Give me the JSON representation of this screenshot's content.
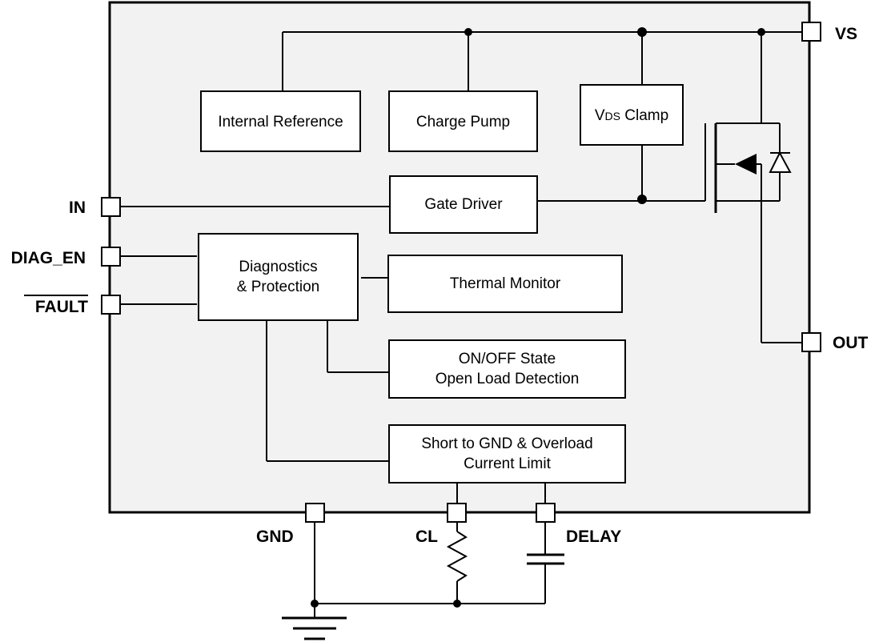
{
  "blocks": {
    "internal_reference": "Internal Reference",
    "charge_pump": "Charge Pump",
    "vds_clamp_main": "V",
    "vds_clamp_sub": "DS",
    "vds_clamp_suffix": " Clamp",
    "gate_driver": "Gate Driver",
    "diagnostics_line1": "Diagnostics",
    "diagnostics_line2": "& Protection",
    "thermal_monitor": "Thermal Monitor",
    "open_load_line1": "ON/OFF State",
    "open_load_line2": "Open Load Detection",
    "short_gnd_line1": "Short to GND & Overload",
    "short_gnd_line2": "Current Limit"
  },
  "pins": {
    "vs": "VS",
    "out": "OUT",
    "in": "IN",
    "diag_en": "DIAG_EN",
    "fault": "FAULT",
    "gnd": "GND",
    "cl": "CL",
    "delay": "DELAY"
  },
  "colors": {
    "package_fill": "#f2f2f2",
    "line": "#000000",
    "block_fill": "#ffffff"
  }
}
